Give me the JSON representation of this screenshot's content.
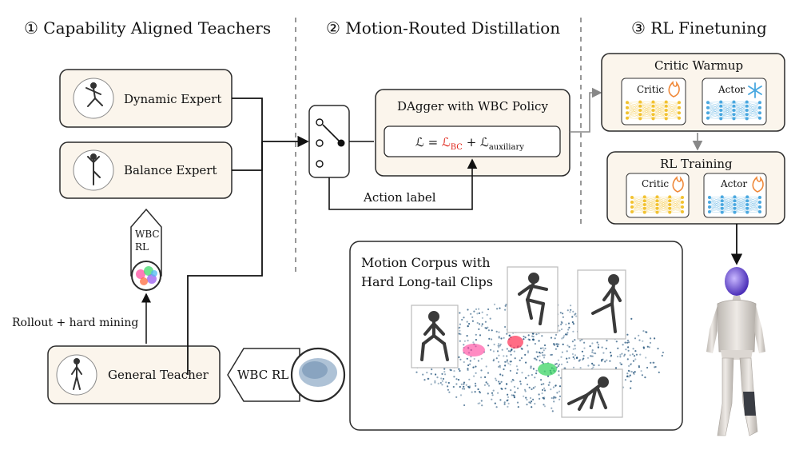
{
  "headers": {
    "stage1": "① Capability Aligned Teachers",
    "stage2": "② Motion-Routed Distillation",
    "stage3": "③ RL Finetuning"
  },
  "teachers": {
    "dynamic_expert": "Dynamic Expert",
    "balance_expert": "Balance Expert",
    "general_teacher": "General Teacher",
    "wbc_rl_tag_line1": "WBC",
    "wbc_rl_tag_line2": "RL",
    "rollout_label": "Rollout + hard mining",
    "wbc_rl_label": "WBC RL"
  },
  "distillation": {
    "dagger_title": "DAgger with WBC Policy",
    "loss_lhs": "ℒ = ",
    "loss_bc": "ℒ",
    "loss_bc_sub": "BC",
    "loss_plus": " + ℒ",
    "loss_aux_sub": "auxiliary",
    "action_label": "Action label"
  },
  "finetuning": {
    "critic_warmup_title": "Critic Warmup",
    "rl_training_title": "RL Training",
    "critic_label": "Critic",
    "actor_label": "Actor"
  },
  "corpus": {
    "title_line1": "Motion Corpus with",
    "title_line2": "Hard Long-tail Clips"
  },
  "colors": {
    "box_fill": "#fbf5ec",
    "box_stroke": "#2b2b2b",
    "loss_red": "#e0261b",
    "critic_yellow": "#f2c230",
    "actor_blue": "#4aa8e0",
    "scatter_blue": "#1d4f78",
    "flame": "#f0893a",
    "snowflake": "#4aa8e0"
  }
}
